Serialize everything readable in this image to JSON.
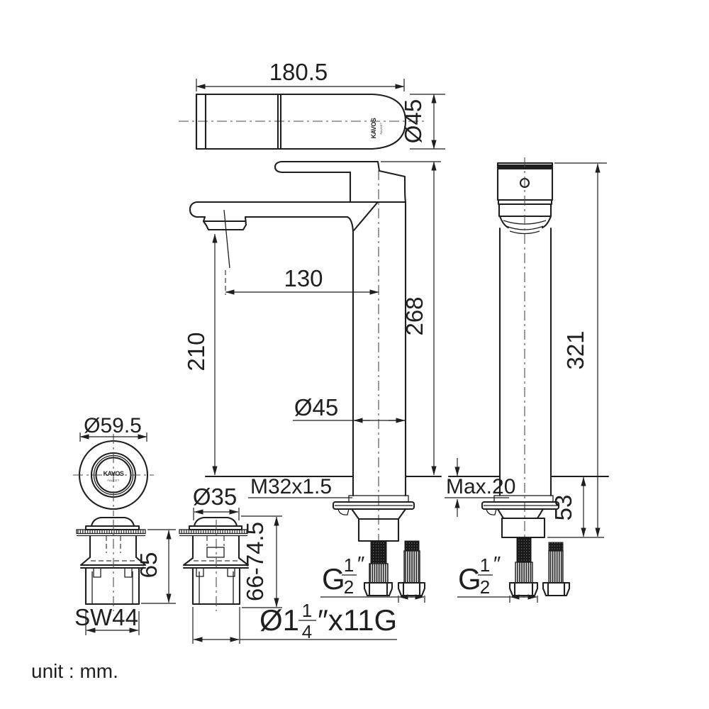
{
  "meta": {
    "unit_note": "unit : mm."
  },
  "brand": {
    "logo": "KAVOS",
    "logo_sub": "FAUCET"
  },
  "top_view": {
    "length": "180.5",
    "diameter": "Ø45"
  },
  "front_view": {
    "reach": "130",
    "spout_height": "210",
    "height_above_deck": "268",
    "body_diameter": "Ø45",
    "shank_thread": "M32x1.5",
    "inlet_prefix": "G",
    "inlet_num": "1",
    "inlet_den": "2",
    "inlet_inch": "″"
  },
  "side_view": {
    "overall_height": "321",
    "max_deck": "Max.20",
    "below_deck": "53",
    "inlet_prefix": "G",
    "inlet_num": "1",
    "inlet_den": "2",
    "inlet_inch": "″"
  },
  "drain_left": {
    "diameter": "Ø59.5",
    "height": "65",
    "hex": "SW44"
  },
  "drain_right": {
    "diameter": "Ø35",
    "height_range": "66-74.5",
    "thread_prefix": "Ø1",
    "thread_num": "1",
    "thread_den": "4",
    "thread_suffix": "″x11G"
  }
}
